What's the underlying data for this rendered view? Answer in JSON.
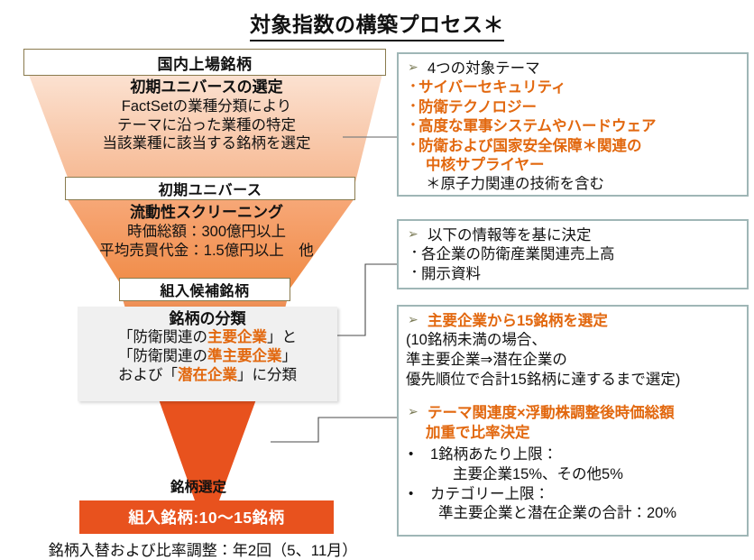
{
  "title": "対象指数の構築プロセス＊",
  "funnel": {
    "box_listed": "国内上場銘柄",
    "stage1": {
      "heading": "初期ユニバースの選定",
      "lines": [
        "FactSetの業種分類により",
        "テーマに沿った業種の特定",
        "当該業種に該当する銘柄を選定"
      ]
    },
    "box_initial_universe": "初期ユニバース",
    "stage2": {
      "heading": "流動性スクリーニング",
      "lines": [
        "時価総額：300億円以上",
        "平均売買代金：1.5億円以上　他"
      ]
    },
    "box_candidates": "組入候補銘柄",
    "classification": {
      "heading": "銘柄の分類",
      "line1_a": "「防衛関連の",
      "line1_em": "主要企業",
      "line1_b": "」と",
      "line2_a": "「防衛関連の",
      "line2_em": "準主要企業",
      "line2_b": "」",
      "line3_a": "および「",
      "line3_em": "潜在企業",
      "line3_b": "」に分類"
    },
    "label_selection": "銘柄選定",
    "box_final": "組入銘柄:10〜15銘柄",
    "footnote_rebalance": "銘柄入替および比率調整：年2回（5、11月）"
  },
  "callouts": {
    "themes": {
      "heading": "4つの対象テーマ",
      "items": [
        "サイバーセキュリティ",
        "防衛テクノロジー",
        "高度な軍事システムやハードウェア",
        "防衛および国家安全保障＊関連の",
        "中核サプライヤー"
      ],
      "note": "＊原子力関連の技術を含む"
    },
    "info": {
      "heading": "以下の情報等を基に決定",
      "items": [
        "各企業の防衛産業関連売上高",
        "開示資料"
      ]
    },
    "weight": {
      "heading1": "主要企業から15銘柄を選定",
      "para1": [
        "(10銘柄未満の場合、",
        "準主要企業⇒潜在企業の",
        "優先順位で合計15銘柄に達するまで選定)"
      ],
      "heading2_line1": "テーマ関連度×浮動株調整後時価総額",
      "heading2_line2": "加重で比率決定",
      "bullets": [
        {
          "label": "1銘柄あたり上限：",
          "detail": "主要企業15%、その他5%"
        },
        {
          "label": "カテゴリー上限：",
          "detail": "準主要企業と潜在企業の合計：20%"
        }
      ]
    }
  },
  "icons": {
    "arrow_bullet": "➢",
    "dot_bullet": "・",
    "round_bullet": "•"
  },
  "colors": {
    "orange": "#E8521E",
    "orange_text": "#E2680F",
    "funnel_top": "#FBDFD0",
    "funnel_bottom": "#F2A06A",
    "callout_border": "#9FB6B6",
    "box_border": "#8A7B4E",
    "card_grey": "#F0F0F0"
  }
}
